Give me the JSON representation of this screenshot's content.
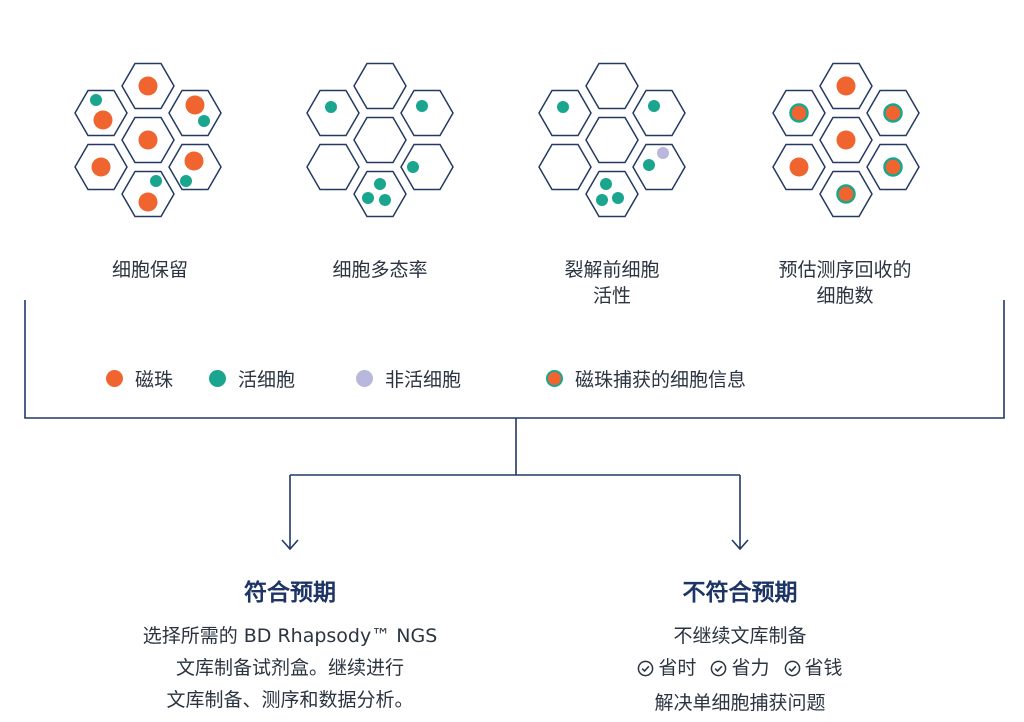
{
  "colors": {
    "bead": "#f0652f",
    "live_cell": "#1aa58e",
    "dead_cell": "#b9b8dc",
    "line": "#233963",
    "title": "#1d3466",
    "text": "#2b3440"
  },
  "metrics": [
    {
      "label_lines": [
        "细胞保留"
      ],
      "contents": [
        "live-cell",
        "bead",
        "bead",
        "bead",
        "bead",
        "bead+live-cell",
        "bead+live-cell",
        "live-cell-bottom"
      ]
    },
    {
      "label_lines": [
        "细胞多态率"
      ],
      "contents": [
        "empty",
        "live-cell",
        "live-cell",
        "empty",
        "empty",
        "empty",
        "live-cell-low",
        "three-live-cells"
      ]
    },
    {
      "label_lines": [
        "裂解前细胞",
        "活性"
      ],
      "contents": [
        "empty",
        "live-cell",
        "live-cell",
        "empty",
        "empty",
        "empty",
        "live-and-dead",
        "three-live-cells"
      ]
    },
    {
      "label_lines": [
        "预估测序回收的",
        "细胞数"
      ],
      "contents": [
        "bead",
        "captured",
        "bead",
        "bead",
        "captured",
        "bead",
        "captured",
        "captured"
      ]
    }
  ],
  "legend": [
    {
      "icon": "bead",
      "label": "磁珠"
    },
    {
      "icon": "live-cell",
      "label": "活细胞"
    },
    {
      "icon": "dead-cell",
      "label": "非活细胞"
    },
    {
      "icon": "captured-bead",
      "label": "磁珠捕获的细胞信息"
    }
  ],
  "outcomes": {
    "meets": {
      "title": "符合预期",
      "lines": [
        "选择所需的 BD Rhapsody™ NGS",
        "文库制备试剂盒。继续进行",
        "文库制备、测序和数据分析。"
      ]
    },
    "fails": {
      "title": "不符合预期",
      "line1": "不继续文库制备",
      "benefits": [
        "省时",
        "省力",
        "省钱"
      ],
      "line3": "解决单细胞捕获问题"
    }
  }
}
